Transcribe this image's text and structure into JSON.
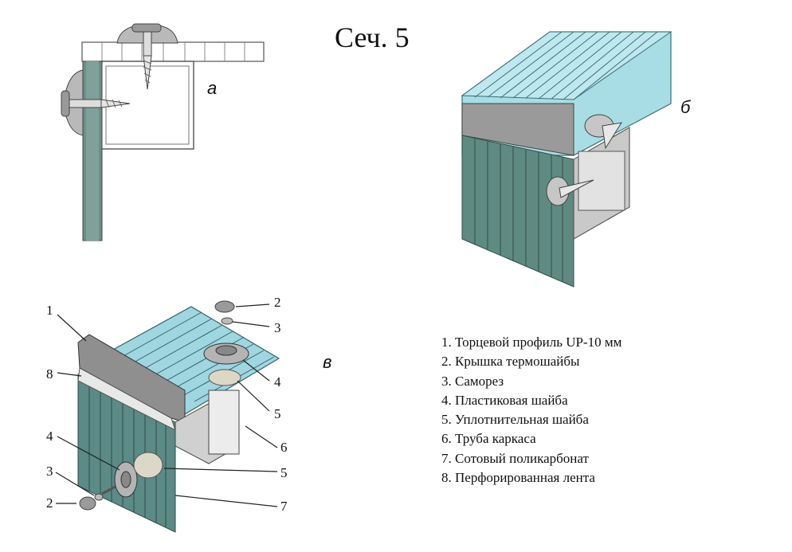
{
  "title": "Сеч. 5",
  "figures": {
    "a": "а",
    "b": "б",
    "v": "в"
  },
  "legend": [
    "1. Торцевой профиль UP-10 мм",
    "2. Крышка термошайбы",
    "3. Саморез",
    "4. Пластиковая шайба",
    "5. Уплотнительная шайба",
    "6. Труба каркаса",
    "7. Сотовый поликарбонат",
    "8. Перфорированная лента"
  ],
  "callouts": {
    "c1": "1",
    "c8": "8",
    "c4l": "4",
    "c3l": "3",
    "c2l": "2",
    "c2r": "2",
    "c3r": "3",
    "c4r": "4",
    "c5r": "5",
    "c6": "6",
    "c5b": "5",
    "c7": "7"
  },
  "colors": {
    "polycarbonate_top": "#a8dde6",
    "polycarbonate_side": "#5f8a82",
    "profile_grey": "#9a9a9a",
    "outline": "#333333"
  }
}
